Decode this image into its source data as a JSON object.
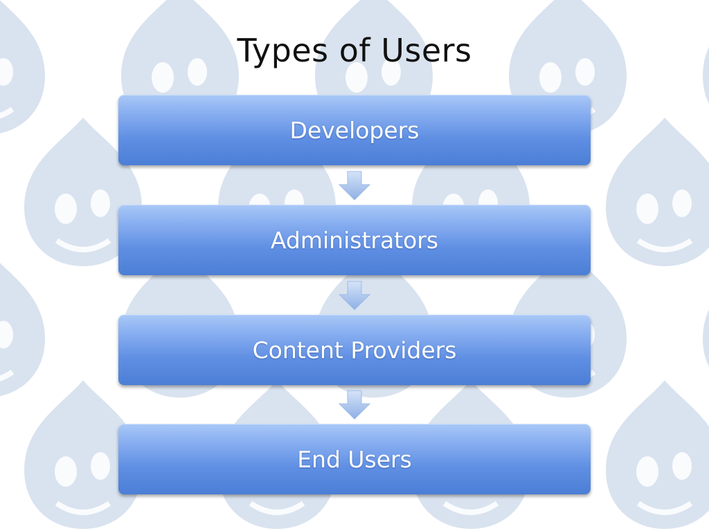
{
  "slide": {
    "title": "Types of Users"
  },
  "flow": {
    "steps": [
      {
        "label": "Developers"
      },
      {
        "label": "Administrators"
      },
      {
        "label": "Content Providers"
      },
      {
        "label": "End Users"
      }
    ]
  },
  "colors": {
    "box_top": "#a9c8f7",
    "box_bottom": "#4b7ed6",
    "arrow_top": "#d5e3f8",
    "arrow_bottom": "#8eb0e6",
    "watermark_fill": "#d9e3ef",
    "watermark_detail": "#ffffff",
    "title_text": "#111111",
    "label_text": "#ffffff"
  },
  "background": {
    "watermark_icon": "drupal-drop-icon"
  }
}
